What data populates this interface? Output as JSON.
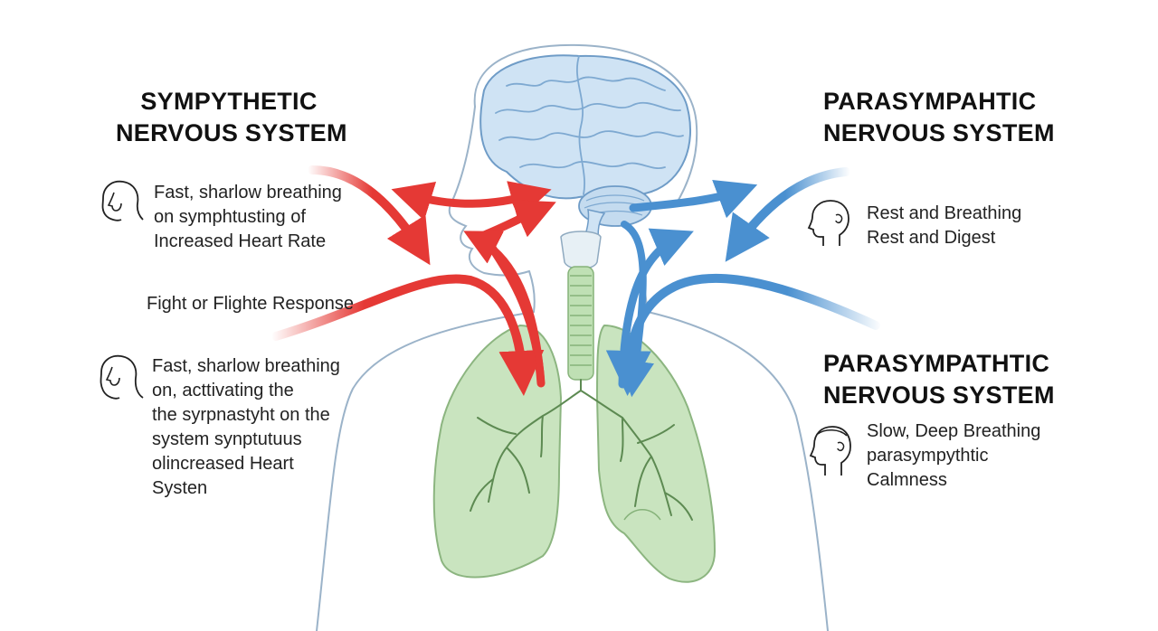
{
  "sympathetic": {
    "title": [
      "SYMPYTHETIC",
      "NERVOUS SYSTEM"
    ],
    "note_1": [
      "Fast, sharlow breathing",
      "on symphtusting of",
      "Increased Heart Rate"
    ],
    "response": "Fight or Flighte Response",
    "note_2": [
      "Fast, sharlow breathing",
      "on, acttivating the",
      "the syrpnastyht on the",
      "system synptutuus",
      "olincreased Heart",
      "Systen"
    ]
  },
  "parasympathetic_top": {
    "title": [
      "PARASYMPAHTIC",
      "NERVOUS SYSTEM"
    ],
    "note": [
      "Rest and Breathing",
      "Rest and Digest"
    ]
  },
  "parasympathetic_bottom": {
    "title": [
      "PARASYMPATHTIC",
      "NERVOUS SYSTEM"
    ],
    "note": [
      "Slow, Deep Breathing",
      "parasympythtic",
      "Calmness"
    ]
  },
  "colors": {
    "sympathetic_arrow": "#e53935",
    "parasympathetic_arrow": "#4a90d0",
    "brain": "#b9d6ee",
    "lungs": "#9ccc8a",
    "outline": "#9bb3c9"
  },
  "icons": {
    "face_1": "woman-face-icon",
    "face_2": "woman-face-icon",
    "face_3": "head-profile-icon",
    "face_4": "head-profile-icon"
  }
}
